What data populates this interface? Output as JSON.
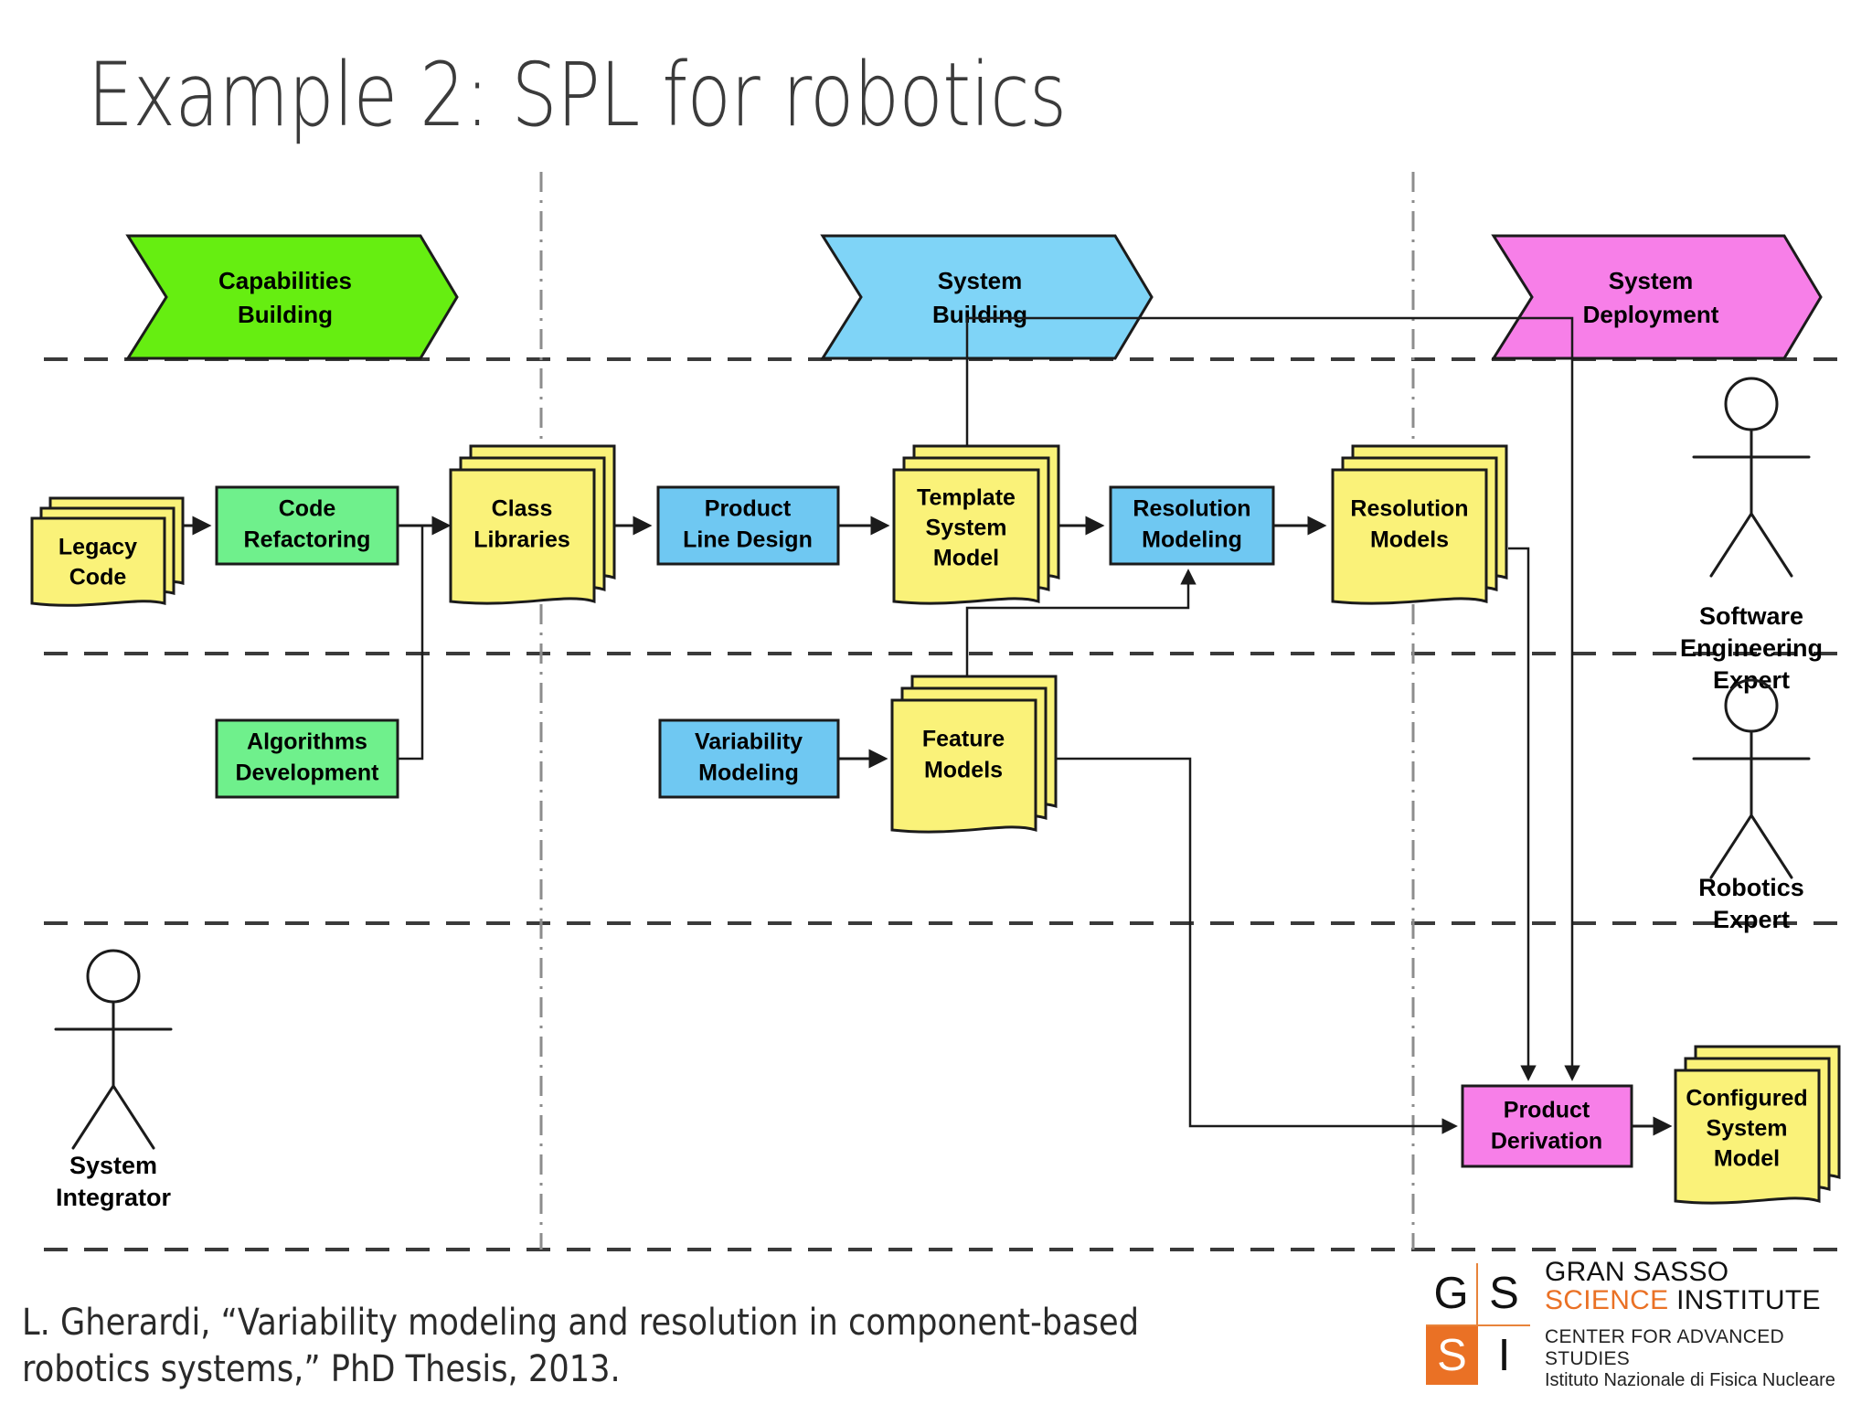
{
  "slide": {
    "title": "Example 2: SPL for robotics",
    "citation_line1": "L. Gherardi, “Variability modeling and resolution in component-based",
    "citation_line2": "robotics systems,” PhD Thesis, 2013."
  },
  "colors": {
    "green_banner": "#66EE11",
    "blue_banner": "#7FD4F7",
    "pink_banner": "#F77FE8",
    "process_green": "#6FF08C",
    "process_blue": "#6FC8F2",
    "process_pink": "#F77FE8",
    "artifact_yellow": "#FAF279",
    "outline": "#1b1b1b",
    "logo_orange": "#EA7125",
    "title_gray": "#3b3b3b"
  },
  "banners": [
    {
      "id": "capabilities-building",
      "label_line1": "Capabilities",
      "label_line2": "Building",
      "color": "#66EE11"
    },
    {
      "id": "system-building",
      "label_line1": "System",
      "label_line2": "Building",
      "color": "#7FD4F7"
    },
    {
      "id": "system-deployment",
      "label_line1": "System",
      "label_line2": "Deployment",
      "color": "#F77FE8"
    }
  ],
  "nodes": [
    {
      "id": "legacy-code",
      "kind": "artifact",
      "lines": [
        "Legacy",
        "Code"
      ],
      "color": "#FAF279"
    },
    {
      "id": "code-refactoring",
      "kind": "process",
      "lines": [
        "Code",
        "Refactoring"
      ],
      "color": "#6FF08C"
    },
    {
      "id": "class-libraries",
      "kind": "artifact",
      "lines": [
        "Class",
        "Libraries"
      ],
      "color": "#FAF279"
    },
    {
      "id": "product-line-design",
      "kind": "process",
      "lines": [
        "Product",
        "Line Design"
      ],
      "color": "#6FC8F2"
    },
    {
      "id": "template-system-model",
      "kind": "artifact",
      "lines": [
        "Template",
        "System",
        "Model"
      ],
      "color": "#FAF279"
    },
    {
      "id": "resolution-modeling",
      "kind": "process",
      "lines": [
        "Resolution",
        "Modeling"
      ],
      "color": "#6FC8F2"
    },
    {
      "id": "resolution-models",
      "kind": "artifact",
      "lines": [
        "Resolution",
        "Models"
      ],
      "color": "#FAF279"
    },
    {
      "id": "algorithms-development",
      "kind": "process",
      "lines": [
        "Algorithms",
        "Development"
      ],
      "color": "#6FF08C"
    },
    {
      "id": "variability-modeling",
      "kind": "process",
      "lines": [
        "Variability",
        "Modeling"
      ],
      "color": "#6FC8F2"
    },
    {
      "id": "feature-models",
      "kind": "artifact",
      "lines": [
        "Feature",
        "Models"
      ],
      "color": "#FAF279"
    },
    {
      "id": "product-derivation",
      "kind": "process",
      "lines": [
        "Product",
        "Derivation"
      ],
      "color": "#F77FE8"
    },
    {
      "id": "configured-system-model",
      "kind": "artifact",
      "lines": [
        "Configured",
        "System",
        "Model"
      ],
      "color": "#FAF279"
    }
  ],
  "actors": [
    {
      "id": "software-engineering-expert",
      "lines": [
        "Software",
        "Engineering",
        "Expert"
      ]
    },
    {
      "id": "robotics-expert",
      "lines": [
        "Robotics",
        "Expert"
      ]
    },
    {
      "id": "system-integrator",
      "lines": [
        "System",
        "Integrator"
      ]
    }
  ],
  "logo": {
    "g": "G",
    "s_top": "S",
    "s_bottom": "S",
    "i": "I",
    "line1_plain": "GRAN SASSO",
    "line2_orange": "SCIENCE",
    "line2_plain": " INSTITUTE",
    "sub1": "CENTER FOR ADVANCED STUDIES",
    "sub2": "Istituto Nazionale di Fisica Nucleare"
  }
}
